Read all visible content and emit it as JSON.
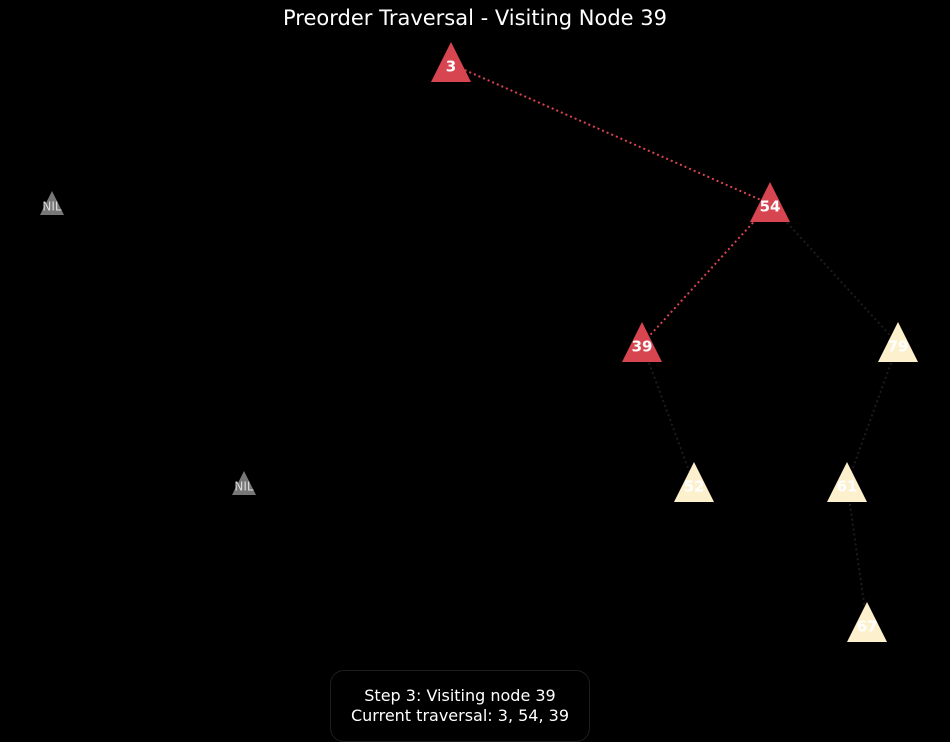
{
  "title": "Preorder Traversal - Visiting Node 39",
  "status": {
    "step_line": "Step 3: Visiting node 39",
    "traversal_line": "Current traversal: 3, 54, 39"
  },
  "colors": {
    "visited": "#d64550",
    "unvisited": "#fdf0cc",
    "nil": "#777777",
    "visited_edge": "#d64550",
    "unvisited_edge": "#1c1c1c"
  },
  "tree": {
    "nodes": [
      {
        "id": "n3",
        "label": "3",
        "state": "visited"
      },
      {
        "id": "n54",
        "label": "54",
        "state": "visited"
      },
      {
        "id": "n39",
        "label": "39",
        "state": "visited"
      },
      {
        "id": "n79",
        "label": "79",
        "state": "unvisited"
      },
      {
        "id": "n52",
        "label": "52",
        "state": "unvisited"
      },
      {
        "id": "n61",
        "label": "61",
        "state": "unvisited"
      },
      {
        "id": "n67",
        "label": "67",
        "state": "unvisited"
      },
      {
        "id": "nil1",
        "label": "NIL",
        "state": "nil"
      },
      {
        "id": "nil2",
        "label": "NIL",
        "state": "nil"
      }
    ],
    "edges": [
      {
        "from": "n3",
        "to": "n54",
        "state": "visited"
      },
      {
        "from": "n54",
        "to": "n39",
        "state": "visited"
      },
      {
        "from": "n54",
        "to": "n79",
        "state": "unvisited"
      },
      {
        "from": "n39",
        "to": "n52",
        "state": "unvisited"
      },
      {
        "from": "n79",
        "to": "n61",
        "state": "unvisited"
      },
      {
        "from": "n61",
        "to": "n67",
        "state": "unvisited"
      }
    ]
  }
}
